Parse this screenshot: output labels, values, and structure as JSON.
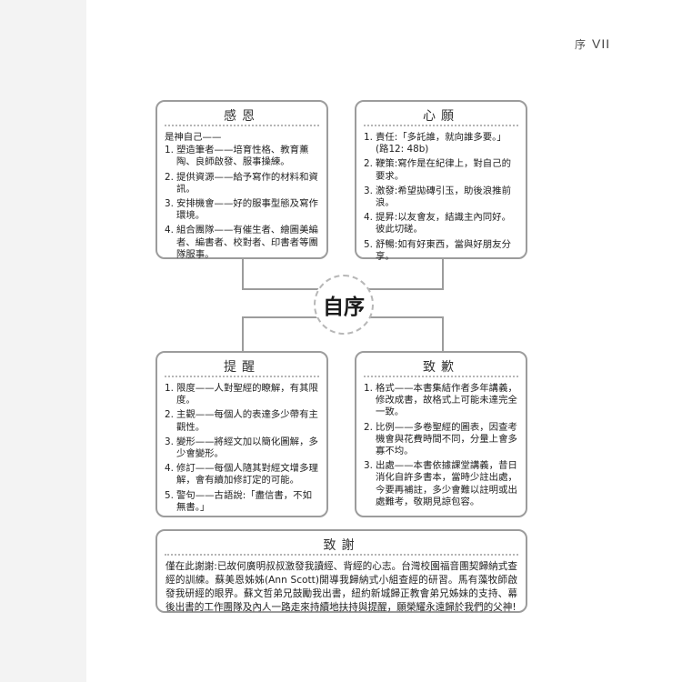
{
  "header": {
    "section": "序",
    "page_number": "VII"
  },
  "center": {
    "title": "自序"
  },
  "boxes": {
    "gratitude": {
      "title": "感恩",
      "intro": "是神自己——",
      "items": [
        {
          "n": "1.",
          "t": "塑造筆者——培育性格、教育薰陶、良師啟發、服事操練。"
        },
        {
          "n": "2.",
          "t": "提供資源——給予寫作的材料和資訊。"
        },
        {
          "n": "3.",
          "t": "安排機會——好的服事型態及寫作環境。"
        },
        {
          "n": "4.",
          "t": "組合團隊——有催生者、繪圖美編者、編書者、校對者、印書者等團隊服事。"
        }
      ]
    },
    "wishes": {
      "title": "心願",
      "items": [
        {
          "n": "1.",
          "t": "責任:「多託誰，就向誰多要。」(路12: 48b)"
        },
        {
          "n": "2.",
          "t": "鞭策:寫作是在紀律上，對自己的要求。"
        },
        {
          "n": "3.",
          "t": "激發:希望拋磚引玉，助後浪推前浪。"
        },
        {
          "n": "4.",
          "t": "提昇:以友會友，結識主內同好。彼此切磋。"
        },
        {
          "n": "5.",
          "t": "舒暢:如有好東西，當與好朋友分享。"
        }
      ]
    },
    "reminders": {
      "title": "提醒",
      "items": [
        {
          "n": "1.",
          "t": "限度——人對聖經的瞭解，有其限度。"
        },
        {
          "n": "2.",
          "t": "主觀——每個人的表達多少帶有主觀性。"
        },
        {
          "n": "3.",
          "t": "變形——將經文加以簡化圖解，多少會變形。"
        },
        {
          "n": "4.",
          "t": "修訂——每個人隨其對經文增多理解，會有續加修訂定的可能。"
        },
        {
          "n": "5.",
          "t": "警句——古語說:「盡信書，不如無書。」"
        }
      ]
    },
    "apology": {
      "title": "致歉",
      "items": [
        {
          "n": "1.",
          "t": "格式——本書集結作者多年講義，修改成書，故格式上可能未達完全一致。"
        },
        {
          "n": "2.",
          "t": "比例——多卷聖經的圖表，因查考機會與花費時間不同，分量上會多寡不均。"
        },
        {
          "n": "3.",
          "t": "出處——本書依據課堂講義，昔日消化自許多書本，當時少註出處，今要再補註，多少會難以註明或出處難考，敬期見諒包容。"
        }
      ]
    },
    "thanks": {
      "title": "致謝",
      "text": "僅在此謝謝:已故何廣明叔叔激發我讀經、背經的心志。台灣校園福音團契歸納式查經的訓練。蘇美恩姊姊(Ann Scott)開導我歸納式小組查經的研習。馬有藻牧師啟發我研經的眼界。蘇文哲弟兄鼓勵我出書，紐約新城歸正教會弟兄姊妹的支持、幕後出書的工作團隊及內人一路走來持續地扶持與提醒，願榮耀永遠歸於我們的父神!"
    }
  }
}
